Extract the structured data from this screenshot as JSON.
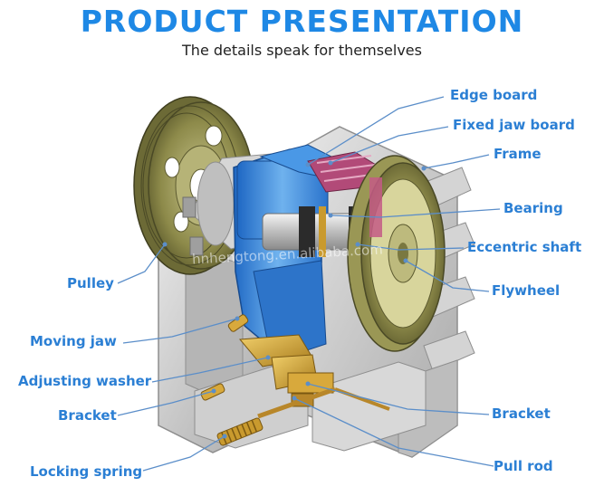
{
  "header": {
    "title": "PRODUCT PRESENTATION",
    "subtitle": "The details speak for themselves"
  },
  "watermark": "hnhengtong.en.alibaba.com",
  "labels": {
    "edge_board": "Edge board",
    "fixed_jaw_board": "Fixed jaw board",
    "frame": "Frame",
    "bearing": "Bearing",
    "eccentric_shaft": "Eccentric shaft",
    "flywheel": "Flywheel",
    "pulley": "Pulley",
    "moving_jaw": "Moving jaw",
    "adjusting_washer": "Adjusting washer",
    "bracket_left": "Bracket",
    "bracket_right": "Bracket",
    "locking_spring": "Locking spring",
    "pull_rod": "Pull rod"
  },
  "colors": {
    "title": "#1e88e5",
    "label": "#2b7fd4",
    "leader": "#5b8ec9",
    "frame": "#c9c9c9",
    "wheel": "#8f8d4e",
    "jaw": "#2f82d8",
    "brass": "#c99a2e"
  }
}
